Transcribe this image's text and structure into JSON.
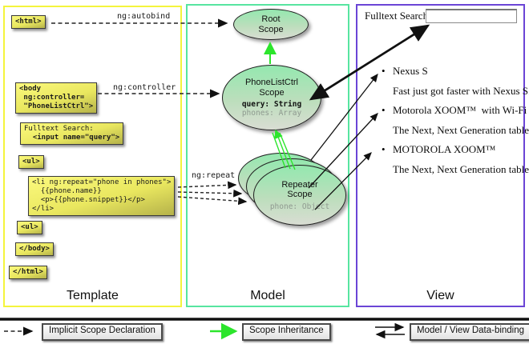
{
  "template_panel": {
    "label": "Template",
    "boxes": {
      "html_open": "<html>",
      "body_open": [
        "<body",
        " ng:controller=",
        " \"PhoneListCtrl\">"
      ],
      "fulltext": [
        "Fulltext Search:",
        "  <input name=\"query\">"
      ],
      "ul_top": "<ul>",
      "li_repeat": [
        "<li ng:repeat=\"phone in phones\">",
        "  {{phone.name}}",
        "  <p>{{phone.snippet}}</p>",
        "</li>"
      ],
      "ul_bottom": "<ul>",
      "body_close": "</body>",
      "html_close": "</html>"
    },
    "arrow_labels": {
      "autobind": "ng:autobind",
      "controller": "ng:controller",
      "repeat": "ng:repeat"
    }
  },
  "model_panel": {
    "label": "Model",
    "root_scope": {
      "title": [
        "Root",
        "Scope"
      ]
    },
    "phonelist_scope": {
      "title": [
        "PhoneListCtrl",
        "Scope"
      ],
      "prop_query": "query: String",
      "prop_phones": "phones: Array"
    },
    "repeater_scope": {
      "title": [
        "Repeater",
        "Scope"
      ],
      "prop_phone": "phone: Object"
    }
  },
  "view_panel": {
    "label": "View",
    "search_label": "Fulltext Search:",
    "search_value": "",
    "bullet": "•",
    "items": [
      {
        "name": "Nexus S",
        "desc": "Fast just got faster with Nexus S."
      },
      {
        "name": "Motorola XOOM™  with Wi-Fi",
        "desc": "The Next, Next Generation tablet."
      },
      {
        "name": "MOTOROLA XOOM™",
        "desc": "The Next, Next Generation tablet."
      }
    ]
  },
  "legend": {
    "implicit": "Implicit Scope Declaration",
    "inheritance": "Scope Inheritance",
    "databinding": "Model / View Data-binding"
  },
  "colors": {
    "template_border": "#f4f43c",
    "model_border": "#57e5a0",
    "view_border": "#6b45d6",
    "inheritance_green": "#2ce52c",
    "arrow_black": "#111111",
    "codebox_yellow": "#e9e75f",
    "scope_green": "#94e8af"
  }
}
